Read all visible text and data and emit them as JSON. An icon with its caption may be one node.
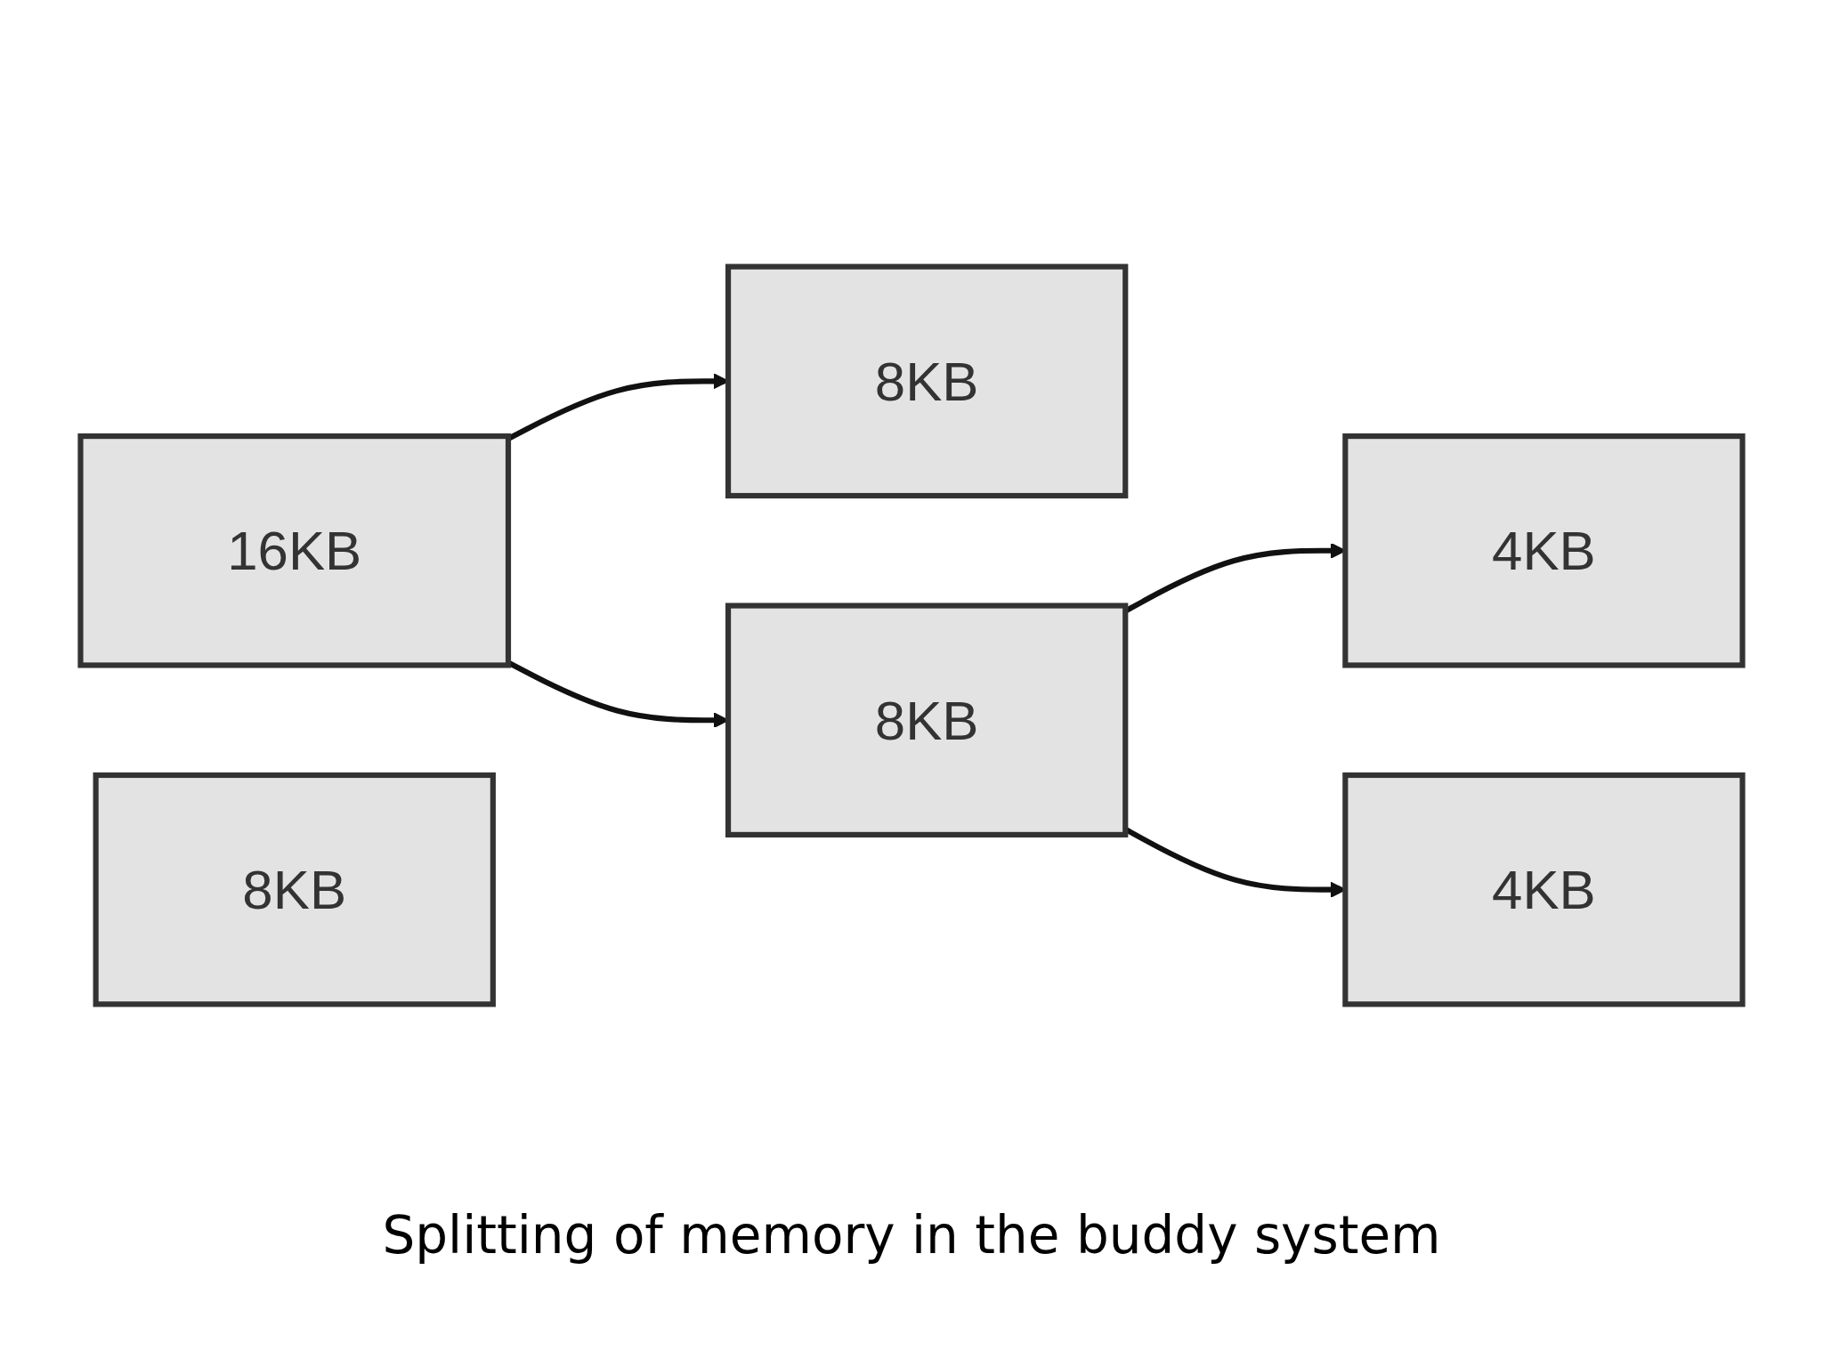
{
  "diagram": {
    "caption": "Splitting of memory in the buddy system",
    "nodes": [
      {
        "text": [
          "16KB"
        ]
      },
      {
        "text": [
          "8KB"
        ]
      },
      {
        "text": [
          "8KB"
        ]
      },
      {
        "text": [
          "8KB"
        ]
      },
      {
        "text": [
          "4KB"
        ]
      },
      {
        "text": [
          "4KB"
        ]
      }
    ],
    "edges": [
      {
        "from": 0,
        "to": 1,
        "arrow": "to"
      },
      {
        "from": 0,
        "to": 2,
        "arrow": "to"
      },
      {
        "from": 2,
        "to": 4,
        "arrow": "to"
      },
      {
        "from": 2,
        "to": 5,
        "arrow": "to"
      }
    ]
  }
}
